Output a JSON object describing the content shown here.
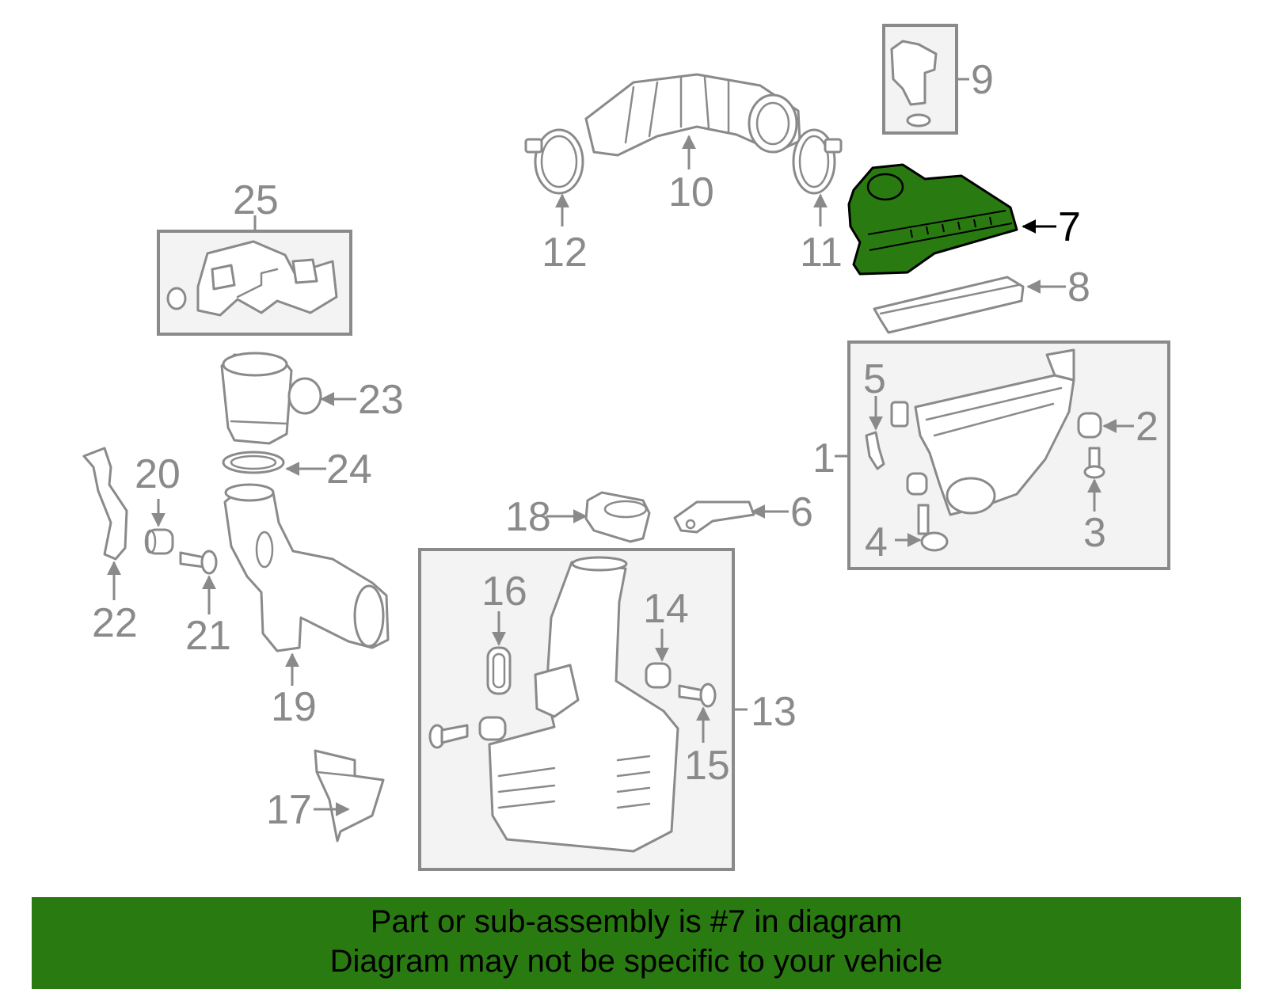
{
  "diagram": {
    "highlight_color": "#2a7a12",
    "labels": [
      "1",
      "2",
      "3",
      "4",
      "5",
      "6",
      "7",
      "8",
      "9",
      "10",
      "11",
      "12",
      "13",
      "14",
      "15",
      "16",
      "17",
      "18",
      "19",
      "20",
      "21",
      "22",
      "23",
      "24",
      "25"
    ],
    "highlighted_part": "7"
  },
  "footer": {
    "line1": "Part or sub-assembly is #7 in diagram",
    "line2": "Diagram may not be specific to your vehicle"
  }
}
